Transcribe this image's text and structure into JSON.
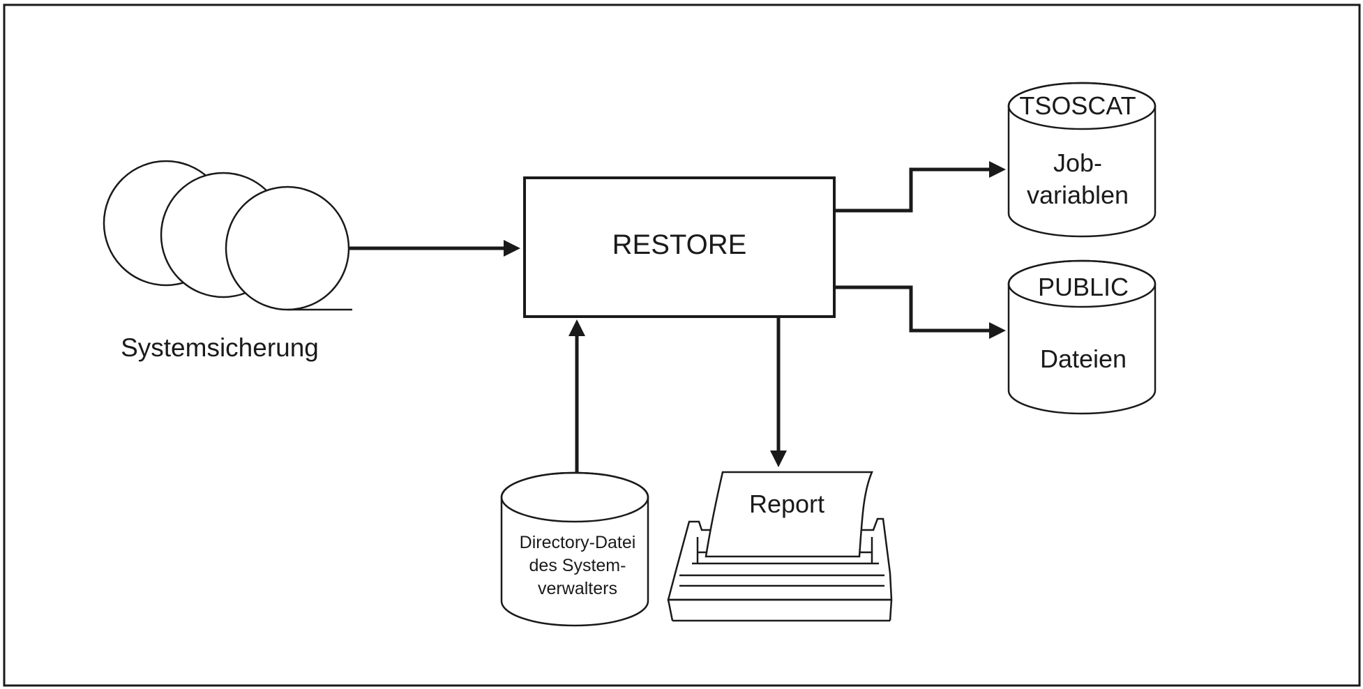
{
  "diagram": {
    "process": {
      "label": "RESTORE"
    },
    "source": {
      "label": "Systemsicherung",
      "icon": "tape-reels-icon"
    },
    "directory": {
      "lines": [
        "Directory-Datei",
        "des System-",
        "verwalters"
      ],
      "icon": "disk-cylinder-icon"
    },
    "report": {
      "label": "Report",
      "icon": "printer-icon"
    },
    "tsoscat": {
      "top_label": "TSOSCAT",
      "lines": [
        "Job-",
        "variablen"
      ],
      "icon": "disk-cylinder-icon"
    },
    "public": {
      "top_label": "PUBLIC",
      "lines": [
        "Dateien"
      ],
      "icon": "disk-cylinder-icon"
    },
    "colors": {
      "line": "#1a1a1a",
      "background": "#ffffff"
    }
  }
}
